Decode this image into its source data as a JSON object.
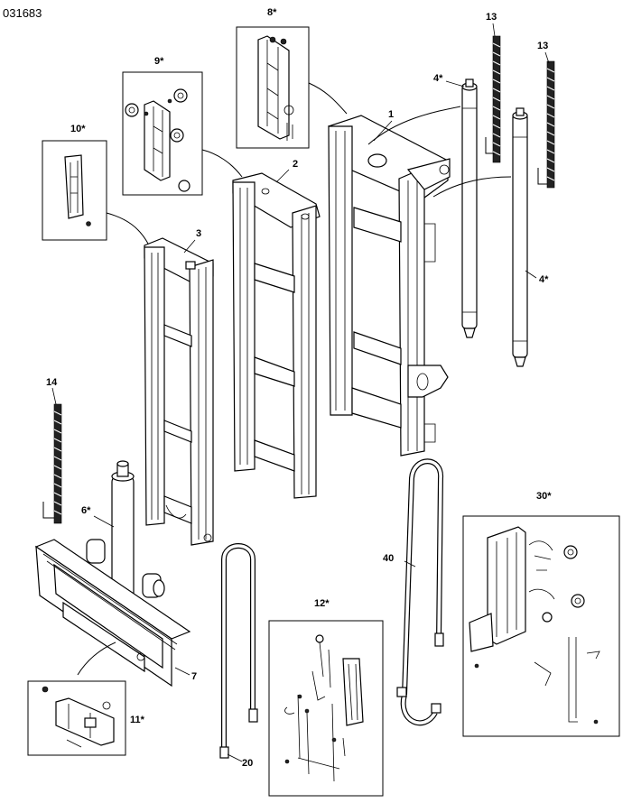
{
  "drawing": {
    "reference_number": "031683",
    "callouts": [
      {
        "id": "1",
        "label": "1"
      },
      {
        "id": "2",
        "label": "2"
      },
      {
        "id": "3",
        "label": "3"
      },
      {
        "id": "4a",
        "label": "4*"
      },
      {
        "id": "4b",
        "label": "4*"
      },
      {
        "id": "6",
        "label": "6*"
      },
      {
        "id": "7",
        "label": "7"
      },
      {
        "id": "8",
        "label": "8*"
      },
      {
        "id": "9",
        "label": "9*"
      },
      {
        "id": "10",
        "label": "10*"
      },
      {
        "id": "11",
        "label": "11*"
      },
      {
        "id": "12",
        "label": "12*"
      },
      {
        "id": "13a",
        "label": "13"
      },
      {
        "id": "13b",
        "label": "13"
      },
      {
        "id": "14",
        "label": "14"
      },
      {
        "id": "20",
        "label": "20"
      },
      {
        "id": "30",
        "label": "30*"
      },
      {
        "id": "40",
        "label": "40"
      }
    ]
  }
}
